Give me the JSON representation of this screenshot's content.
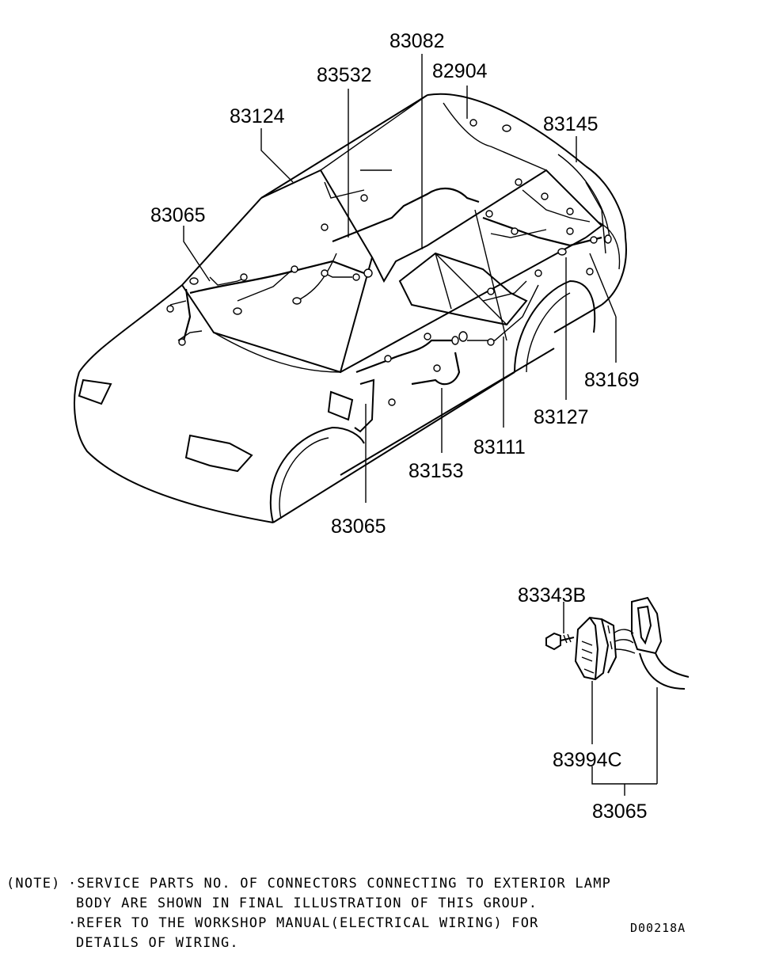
{
  "part_labels": {
    "p83082": "83082",
    "p83532": "83532",
    "p82904": "82904",
    "p83124": "83124",
    "p83145": "83145",
    "p83065_left": "83065",
    "p83169": "83169",
    "p83127": "83127",
    "p83111": "83111",
    "p83153": "83153",
    "p83065_bottom": "83065",
    "p83343B": "83343B",
    "p83994C": "83994C",
    "p83065_detail": "83065"
  },
  "notes": {
    "prefix": "(NOTE)",
    "line1": "·SERVICE PARTS NO. OF CONNECTORS CONNECTING TO EXTERIOR LAMP",
    "line2": "BODY ARE SHOWN IN FINAL ILLUSTRATION OF THIS GROUP.",
    "line3": "·REFER TO THE WORKSHOP MANUAL(ELECTRICAL WIRING) FOR",
    "line4": "DETAILS OF WIRING."
  },
  "drawing_code": "D00218A"
}
